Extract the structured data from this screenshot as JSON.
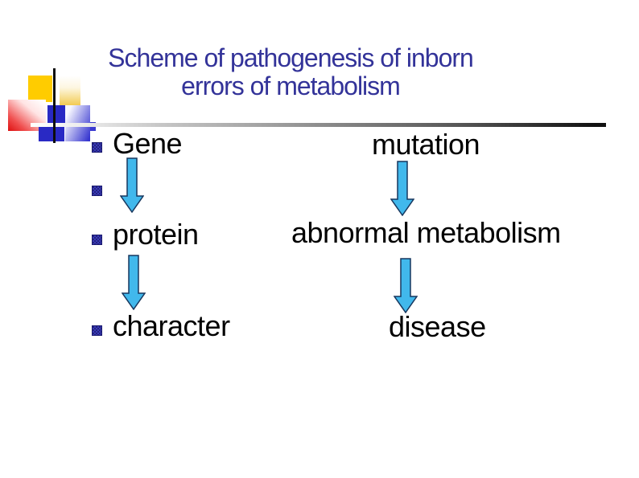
{
  "slide": {
    "title": {
      "line1": "Scheme of pathogenesis of inborn",
      "line2": "errors of metabolism"
    },
    "rows": [
      {
        "left": "Gene",
        "right": "mutation"
      },
      {
        "left": "protein",
        "right": "abnormal metabolism"
      },
      {
        "left": "character",
        "right": "disease"
      }
    ],
    "diagram": {
      "type": "flow",
      "left_chain": [
        "Gene",
        "protein",
        "character"
      ],
      "right_chain": [
        "mutation",
        "abnormal metabolism",
        "disease"
      ],
      "connector": "down-arrow"
    },
    "colors": {
      "title_text": "#333399",
      "body_text": "#000000",
      "arrow_fill": "#41b8ec",
      "arrow_outline": "#17375e",
      "bullet": "#3333b3",
      "decoration_gold": "#ffcc00",
      "decoration_red": "#dd1111",
      "decoration_blue": "#3333cc",
      "separator_gradient_end": "#111111"
    }
  }
}
